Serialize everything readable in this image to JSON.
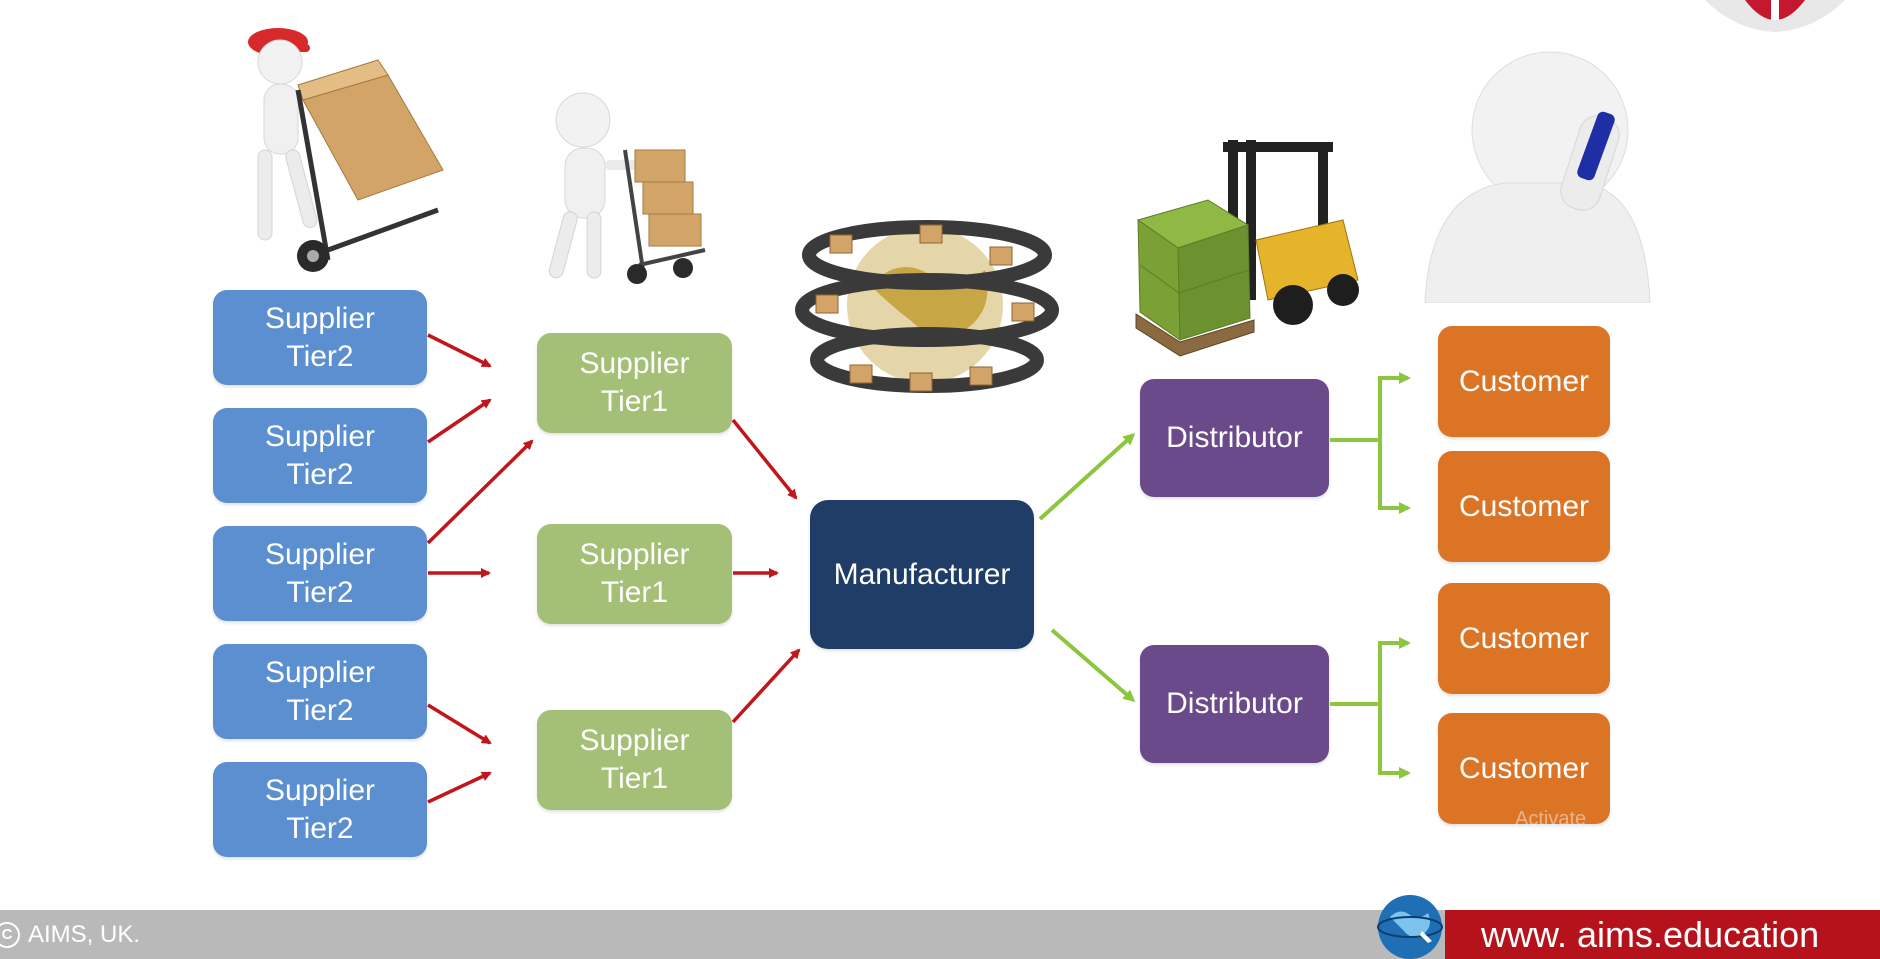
{
  "diagram": {
    "tier2_suppliers": [
      {
        "label": "Supplier\nTier2"
      },
      {
        "label": "Supplier\nTier2"
      },
      {
        "label": "Supplier\nTier2"
      },
      {
        "label": "Supplier\nTier2"
      },
      {
        "label": "Supplier\nTier2"
      }
    ],
    "tier1_suppliers": [
      {
        "label": "Supplier\nTier1"
      },
      {
        "label": "Supplier\nTier1"
      },
      {
        "label": "Supplier\nTier1"
      }
    ],
    "manufacturer": {
      "label": "Manufacturer"
    },
    "distributors": [
      {
        "label": "Distributor"
      },
      {
        "label": "Distributor"
      }
    ],
    "customers": [
      {
        "label": "Customer"
      },
      {
        "label": "Customer"
      },
      {
        "label": "Customer"
      },
      {
        "label": "Customer"
      }
    ]
  },
  "colors": {
    "tier2": "#5b8fd0",
    "tier1": "#a4bf76",
    "manufacturer": "#1f3d66",
    "distributor": "#6a4a8a",
    "customer": "#dc7426",
    "upstream_arrow": "#c0161c",
    "downstream_arrow": "#8cc63f",
    "footer_bar": "#b9b9b9",
    "footer_brand": "#b5121b"
  },
  "illustrations": [
    "worker-with-hand-truck-icon",
    "worker-pushing-boxes-icon",
    "globe-conveyor-icon",
    "forklift-pallet-icon",
    "person-on-phone-icon"
  ],
  "footer": {
    "copyright_text": "AIMS, UK.",
    "copyright_symbol": "C",
    "website": "www. aims.education"
  },
  "watermark": {
    "text": "Activate"
  }
}
